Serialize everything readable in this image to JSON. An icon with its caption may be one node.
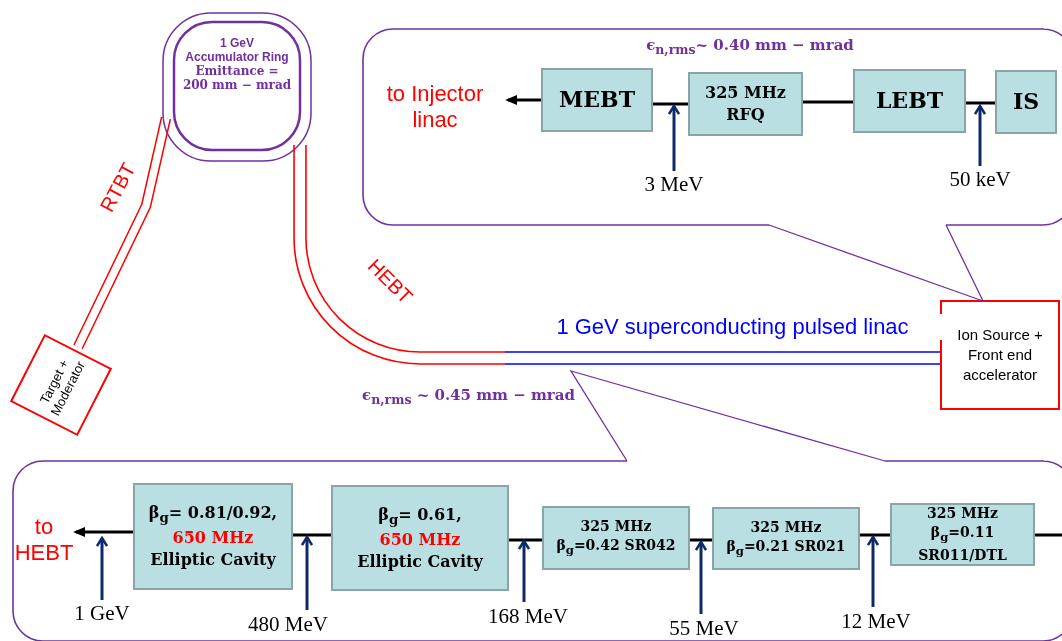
{
  "diagram": {
    "nodes": [
      {
        "text": [
          "1 GeV Accumulator Ring",
          "Emittance = 200 mm − mrad"
        ]
      },
      {
        "text": [
          "Target + Moderator"
        ]
      },
      {
        "text": [
          "Ion Source + Front end accelerator"
        ]
      },
      {
        "text": [],
        "shape": "box"
      },
      {
        "text": [
          "MEBT"
        ],
        "in": 3
      },
      {
        "text": [
          "325 MHz RFQ"
        ],
        "in": 3
      },
      {
        "text": [
          "LEBT"
        ],
        "in": 3
      },
      {
        "text": [
          "IS"
        ],
        "in": 3
      },
      {
        "text": [
          "to Injector linac"
        ],
        "in": 3
      },
      {
        "text": [
          "3 MeV"
        ],
        "in": 3
      },
      {
        "text": [
          "50 keV"
        ],
        "in": 3
      },
      {
        "text": [],
        "shape": "box"
      },
      {
        "text": [
          "to HEBT"
        ],
        "in": 11
      },
      {
        "text": [
          "β$_{g}$= 0.81/0.92,",
          "650 MHz",
          "Elliptic Cavity"
        ],
        "in": 11
      },
      {
        "text": [
          "β$_{g}$= 0.61,",
          "650 MHz",
          "Elliptic Cavity"
        ],
        "in": 11
      },
      {
        "text": [
          "325 MHz",
          "β$_{g}$=0.42 SR042"
        ],
        "in": 11
      },
      {
        "text": [
          "325 MHz",
          "β$_{g}$=0.21 SR021"
        ],
        "in": 11
      },
      {
        "text": [
          "325 MHz",
          "β$_{g}$=0.11",
          "SR011/DTL"
        ],
        "in": 11
      },
      {
        "text": [
          "1 GeV"
        ],
        "in": 11
      },
      {
        "text": [
          "480 MeV"
        ],
        "in": 11
      },
      {
        "text": [
          "168 MeV"
        ],
        "in": 11
      },
      {
        "text": [
          "55 MeV"
        ],
        "in": 11
      },
      {
        "text": [
          "12 MeV"
        ],
        "in": 11
      }
    ],
    "edges": [
      {
        "from": 4,
        "to": 8,
        "arrow": "to"
      },
      {
        "from": 5,
        "to": 4,
        "arrow": "none"
      },
      {
        "from": 6,
        "to": 5,
        "arrow": "none"
      },
      {
        "from": 7,
        "to": 6,
        "arrow": "none"
      },
      {
        "from": 9,
        "to": 4,
        "arrow": "to",
        "color": "#0d2a66"
      },
      {
        "from": 10,
        "to": 7,
        "arrow": "to",
        "color": "#0d2a66"
      },
      {
        "from": 13,
        "to": 12,
        "arrow": "to"
      },
      {
        "from": 14,
        "to": 13,
        "arrow": "none"
      },
      {
        "from": 15,
        "to": 14,
        "arrow": "none"
      },
      {
        "from": 16,
        "to": 15,
        "arrow": "none"
      },
      {
        "from": 17,
        "to": 16,
        "arrow": "none"
      },
      {
        "from": null,
        "to": 17,
        "arrow": "none"
      },
      {
        "from": 18,
        "to": 12,
        "arrow": "to",
        "color": "#0d2a66"
      },
      {
        "from": 19,
        "to": 13,
        "arrow": "to",
        "color": "#0d2a66"
      },
      {
        "from": 20,
        "to": 15,
        "arrow": "to",
        "color": "#0d2a66"
      },
      {
        "from": 21,
        "to": 16,
        "arrow": "to",
        "color": "#0d2a66"
      },
      {
        "from": 22,
        "to": 17,
        "arrow": "to",
        "color": "#0d2a66"
      },
      {
        "from": 2,
        "to": 0,
        "arrow": "none",
        "color": "#0000ff",
        "style": "thick",
        "label": "1 GeV superconducting pulsed linac"
      },
      {
        "from": 0,
        "to": 1,
        "arrow": "none",
        "color": "#ff0000",
        "style": "thick",
        "label": "RTBT"
      },
      {
        "from": 3,
        "to": 2,
        "arrow": "none",
        "color": "#7030a0"
      },
      {
        "from": 11,
        "to": null,
        "arrow": "none",
        "color": "#7030a0"
      }
    ],
    "labels": [
      "ϵ$_{n,rms}$~ 0.40 mm − mrad",
      "HEBT",
      "ϵ$_{n,rms}$ ~ 0.45 mm − mrad"
    ]
  }
}
